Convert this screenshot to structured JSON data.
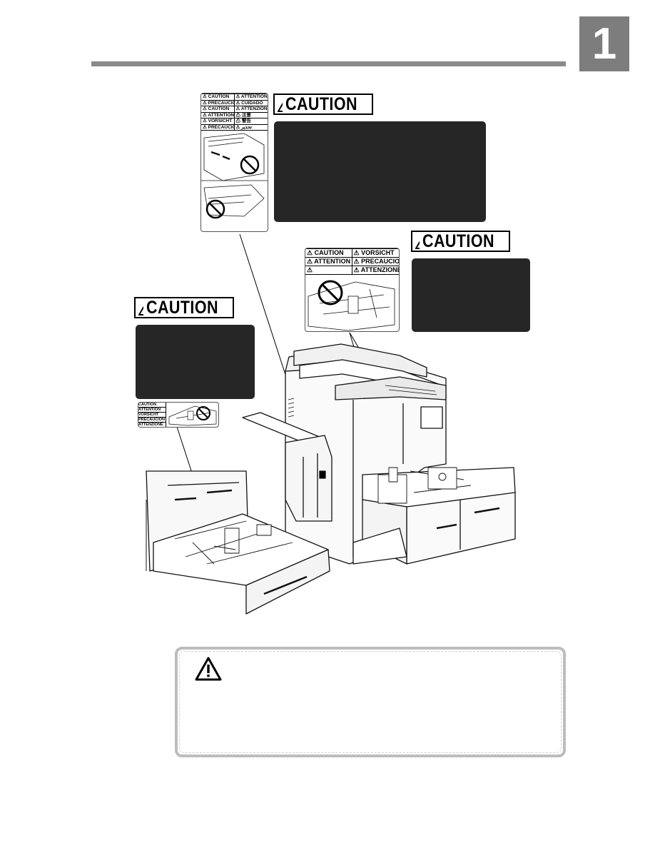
{
  "chapter": {
    "number": "1"
  },
  "caution_word": "CAUTION",
  "labels": {
    "top": [
      "CAUTION",
      "ATTENTION",
      "PRECAUCION",
      "CUIDADO",
      "CAUTION",
      "ATTENZIONE",
      "ATTENTION",
      "注意",
      "VORSICHT",
      "警告",
      "PRECAUCION",
      "تحذير"
    ],
    "middle": [
      "CAUTION",
      "VORSICHT",
      "ATTENTION",
      "PRECAUCION",
      "",
      "ATTENZIONE"
    ],
    "left": [
      "CAUTION",
      "ATTENTION",
      "VORSICHT",
      "PRECAUCION",
      "ATTENZIONE"
    ]
  },
  "colors": {
    "tab": "#7d7d7d",
    "rule": "#8a8a8a",
    "dark_box": "#262626",
    "notice_border": "#bdbdbd"
  },
  "icons": {
    "warning": "warning-triangle-icon",
    "prohibited": "prohibition-icon"
  }
}
